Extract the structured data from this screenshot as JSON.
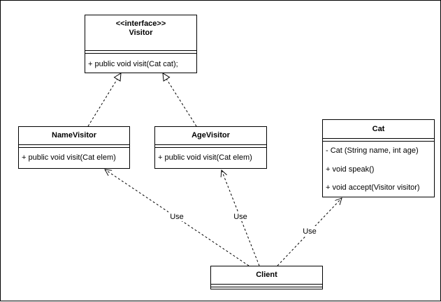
{
  "diagram": {
    "classes": {
      "visitor": {
        "stereotype": "<<interface>>",
        "name": "Visitor",
        "operations": [
          "+ public void visit(Cat cat);"
        ]
      },
      "name_visitor": {
        "name": "NameVisitor",
        "operations": [
          "+ public void visit(Cat elem)"
        ]
      },
      "age_visitor": {
        "name": "AgeVisitor",
        "operations": [
          "+ public void visit(Cat elem)"
        ]
      },
      "cat": {
        "name": "Cat",
        "operations": [
          "- Cat (String name, int age)",
          "+  void speak()",
          "+ void accept(Visitor visitor)"
        ]
      },
      "client": {
        "name": "Client"
      }
    },
    "relations": {
      "client_name_visitor": {
        "label": "Use"
      },
      "client_age_visitor": {
        "label": "Use"
      },
      "client_cat": {
        "label": "Use"
      }
    }
  }
}
